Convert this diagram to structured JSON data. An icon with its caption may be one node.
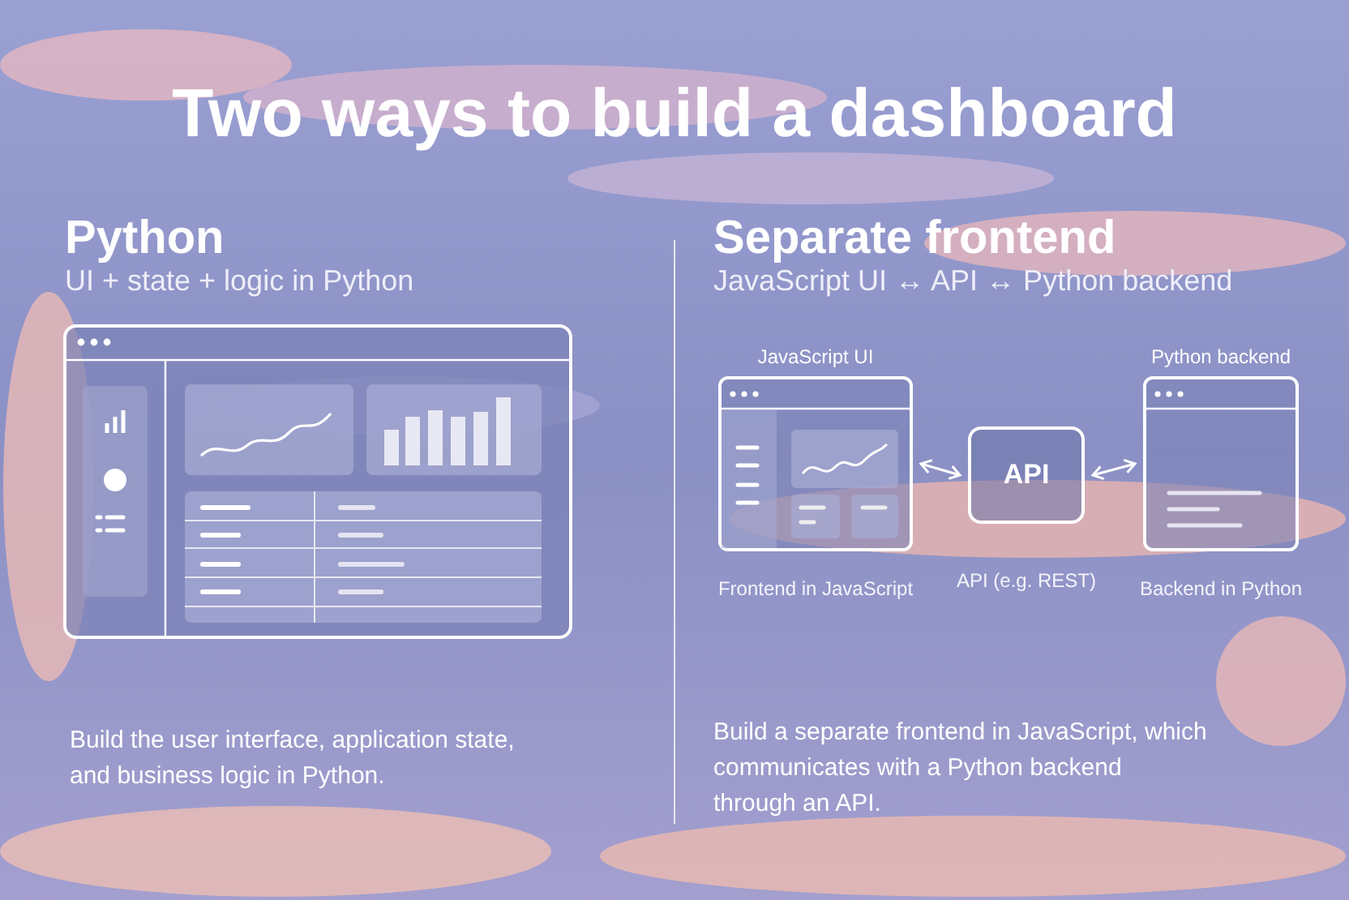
{
  "diagram": {
    "title": "Two ways to build a dashboard",
    "nodes": [
      {
        "text": [
          "JavaScript UI"
        ],
        "beside": [
          "Frontend in JavaScript"
        ]
      },
      {
        "text": [
          "API"
        ],
        "beside": [
          "API (e.g. REST)"
        ]
      },
      {
        "text": [
          "Python backend"
        ],
        "beside": [
          "Backend in Python"
        ]
      }
    ],
    "edges": [
      {
        "from": 0,
        "to": 1,
        "arrow": "both"
      },
      {
        "from": 1,
        "to": 2,
        "arrow": "both"
      }
    ],
    "labels": [
      "Python",
      "UI + state + logic in Python",
      "Separate frontend",
      "JavaScript UI ↔ API ↔ Python backend",
      "Build the user interface, application state, and business logic in Python.",
      "Build a separate frontend in JavaScript, which communicates with a Python backend through an API."
    ]
  }
}
